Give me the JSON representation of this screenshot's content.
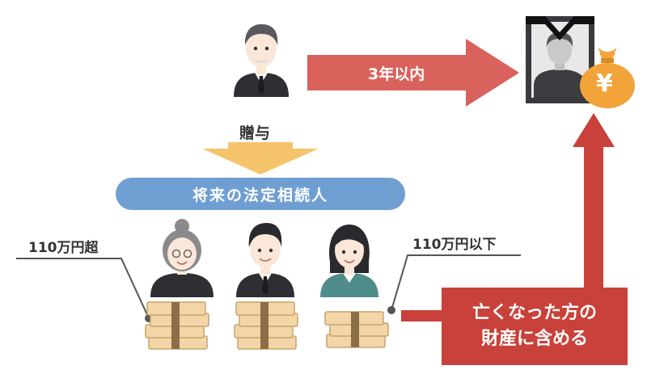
{
  "arrow_years": {
    "label": "3年以内"
  },
  "gift": {
    "label": "贈与"
  },
  "heirs": {
    "label": "将来の法定相続人"
  },
  "over_amount": {
    "label": "110万円超"
  },
  "under_amount": {
    "label": "110万円以下"
  },
  "estate_box": {
    "line1": "亡くなった方の",
    "line2": "財産に含める"
  },
  "money_bag": {
    "symbol": "¥"
  },
  "colors": {
    "red_arrow": "#d9625c",
    "dark_red": "#c8413a",
    "gold": "#f5c46a",
    "money_bag": "#f2a33a",
    "pill_blue": "#6f9fd2",
    "figure_dark": "#2e2e33",
    "skin": "#fbe7d8"
  }
}
